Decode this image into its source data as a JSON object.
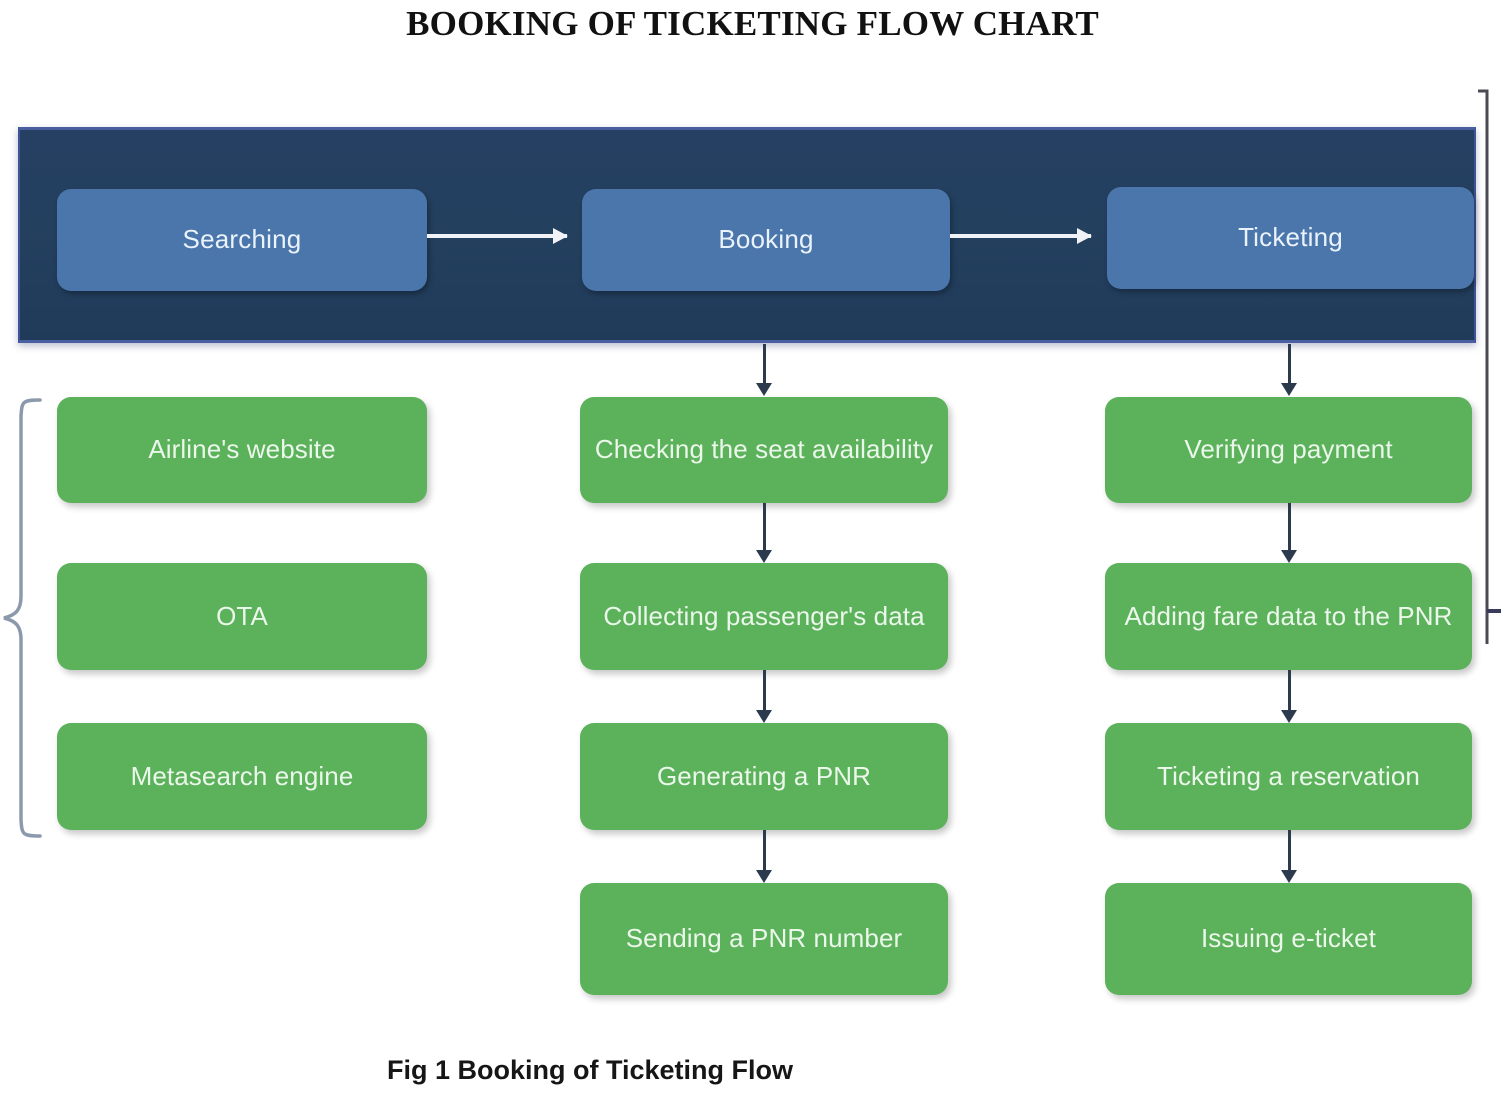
{
  "title": "BOOKING OF TICKETING FLOW CHART",
  "caption": "Fig 1 Booking of Ticketing Flow",
  "colors": {
    "banner_navy": "#24405f",
    "banner_border": "#4a5fa0",
    "phase_blue": "#4a76ab",
    "step_green": "#5cb15b",
    "arrow_white": "#f0f2f6",
    "arrow_dark": "#2b3a4d",
    "page_background": "#ffffff",
    "title_text": "#111111"
  },
  "banner": {
    "phases": [
      {
        "label": "Searching"
      },
      {
        "label": "Booking"
      },
      {
        "label": "Ticketing"
      }
    ],
    "connectors": [
      {
        "from": "Searching",
        "to": "Booking",
        "style": "white-right-arrow"
      },
      {
        "from": "Booking",
        "to": "Ticketing",
        "style": "white-right-arrow"
      }
    ]
  },
  "columns": [
    {
      "phase": "Searching",
      "grouping": "left-curly-brace",
      "flow": "none",
      "steps": [
        {
          "label": "Airline's website"
        },
        {
          "label": "OTA"
        },
        {
          "label": "Metasearch engine"
        }
      ]
    },
    {
      "phase": "Booking",
      "grouping": "none",
      "flow": "vertical-down-arrows",
      "steps": [
        {
          "label": "Checking the seat availability"
        },
        {
          "label": "Collecting passenger's data"
        },
        {
          "label": "Generating a PNR"
        },
        {
          "label": "Sending a PNR number"
        }
      ]
    },
    {
      "phase": "Ticketing",
      "grouping": "right-bracket",
      "flow": "vertical-down-arrows",
      "steps": [
        {
          "label": "Verifying payment"
        },
        {
          "label": "Adding fare data to the PNR"
        },
        {
          "label": "Ticketing a reservation"
        },
        {
          "label": "Issuing e-ticket"
        }
      ]
    }
  ]
}
